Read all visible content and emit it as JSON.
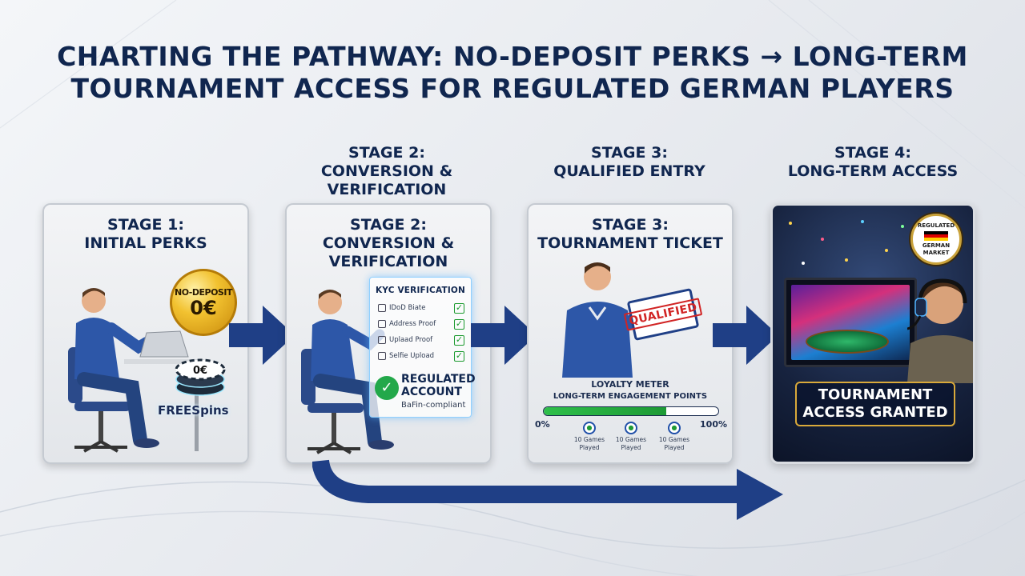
{
  "title": {
    "line1": "CHARTING THE PATHWAY: NO-DEPOSIT PERKS → LONG-TERM",
    "line2": "TOURNAMENT ACCESS FOR REGULATED GERMAN PLAYERS"
  },
  "above_labels": {
    "stage2": [
      "STAGE 2:",
      "CONVERSION &",
      "VERIFICATION"
    ],
    "stage3": [
      "STAGE 3:",
      "QUALIFIED ENTRY"
    ],
    "stage4": [
      "STAGE 4:",
      "LONG-TERM ACCESS"
    ]
  },
  "stage1": {
    "heading": [
      "STAGE 1:",
      "INITIAL PERKS"
    ],
    "coin_top": "NO-DEPOSIT",
    "coin_value": "0€",
    "chip_value": "0€",
    "freespins": "FREESpins"
  },
  "stage2": {
    "heading": [
      "STAGE 2:",
      "CONVERSION &",
      "VERIFICATION"
    ],
    "kyc_title": "KYC VERIFICATION",
    "kyc_items": [
      "IDoD Biate",
      "Address Proof",
      "Uplaad Proof",
      "Selfie Upload"
    ],
    "account_title": [
      "REGULATED",
      "ACCOUNT"
    ],
    "account_sub": "BaFin-compliant"
  },
  "stage3": {
    "heading": [
      "STAGE 3:",
      "TOURNAMENT TICKET"
    ],
    "ticket_text": "QUALIFIED",
    "loyalty_title": "LOYALTY METER",
    "loyalty_sub": "LONG-TERM ENGAGEMENT POINTS",
    "meter_fraction": 0.7,
    "meter_min": "0%",
    "meter_max": "100%",
    "badges": [
      {
        "line1": "10 Games",
        "line2": "Played"
      },
      {
        "line1": "10 Games",
        "line2": "Played"
      },
      {
        "line1": "10 Games",
        "line2": "Played"
      }
    ]
  },
  "stage4": {
    "seal": [
      "REGULATED",
      "GERMAN",
      "MARKET"
    ],
    "granted": [
      "TOURNAMENT",
      "ACCESS GRANTED"
    ]
  },
  "colors": {
    "navy": "#10264f",
    "arrow": "#1f3f86",
    "green": "#23a84a",
    "gold": "#d9a93a"
  }
}
